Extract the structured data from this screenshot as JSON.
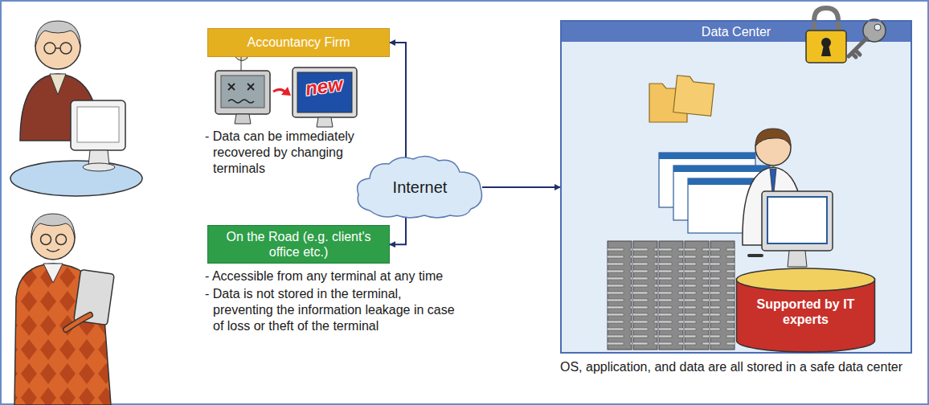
{
  "diagram": {
    "nodes": [
      {
        "text": [
          "Accountancy Firm"
        ]
      },
      {
        "text": [
          "Internet"
        ]
      },
      {
        "text": [
          "On the Road (e.g. client's office etc.)"
        ]
      },
      {
        "text": [
          "Data Center"
        ]
      },
      {
        "text": [
          "Supported by IT experts"
        ],
        "in": 3
      }
    ],
    "edges": [
      {
        "from": 1,
        "to": 0,
        "arrow": "to"
      },
      {
        "from": 1,
        "to": 2,
        "arrow": "to"
      },
      {
        "from": 1,
        "to": 3,
        "arrow": "to"
      }
    ],
    "labels": [
      "new",
      "- Data can be immediately recovered by changing terminals",
      "- Accessible from any terminal at any time",
      "- Data is not stored in the terminal, preventing the information leakage in case of loss or theft of the terminal",
      "OS, application, and data are all stored in a safe data center"
    ]
  }
}
